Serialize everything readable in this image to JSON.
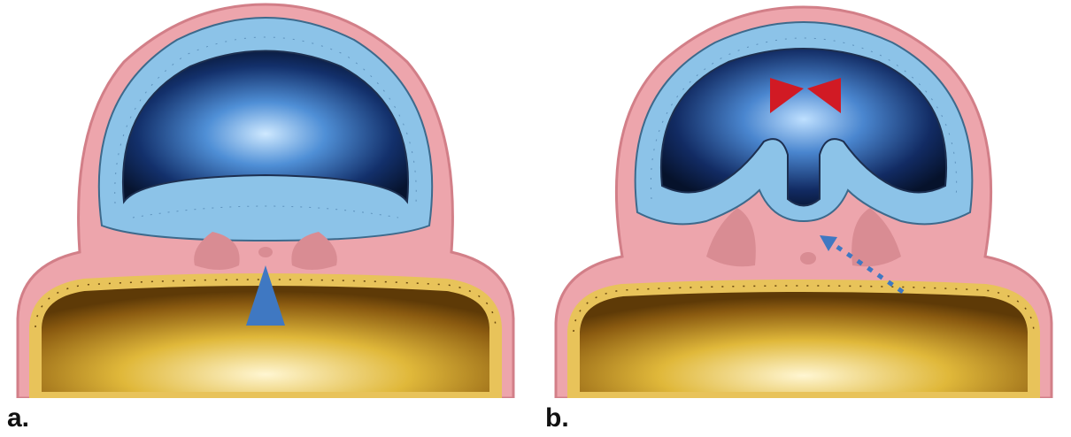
{
  "panels": [
    {
      "id": "a",
      "label": "a."
    },
    {
      "id": "b",
      "label": "b."
    }
  ],
  "colors": {
    "mesoderm": "#eda5ac",
    "mesoderm_dark": "#d98c93",
    "ectoderm": "#8cc3e8",
    "ectoderm_border": "#3d6a8c",
    "amniotic_cavity": "#0b1f4a",
    "yolk": "#c99a1f",
    "endoderm": "#e8c35a",
    "arrowhead_blue": "#3f78c2",
    "arrowhead_red": "#d11a24"
  },
  "icons": {
    "a": [
      "blue-arrowhead-icon"
    ],
    "b": [
      "red-arrowhead-icon",
      "red-arrowhead-icon",
      "blue-dotted-arrow-icon"
    ]
  }
}
